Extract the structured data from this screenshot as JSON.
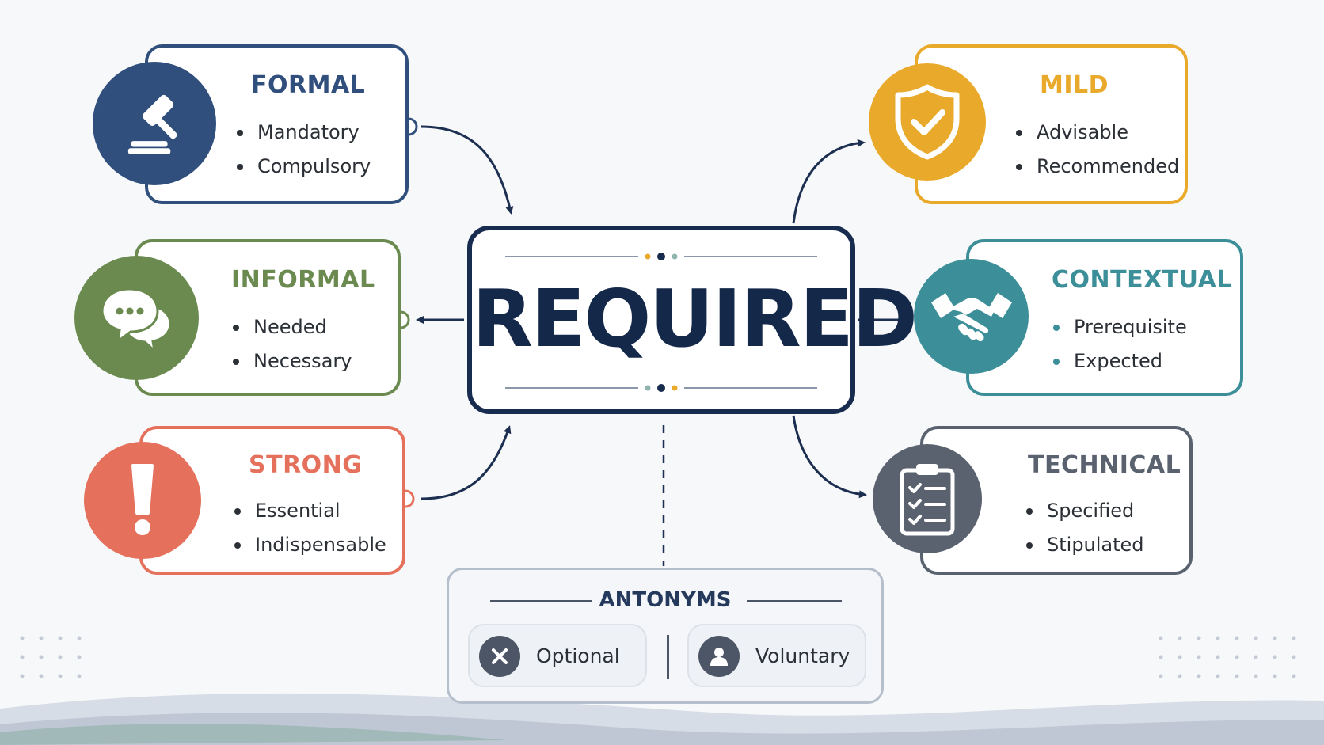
{
  "center": {
    "title": "REQUIRED"
  },
  "categories": [
    {
      "key": "formal",
      "title": "FORMAL",
      "color": "#304f7d",
      "icon": "gavel-icon",
      "items": [
        "Mandatory",
        "Compulsory"
      ]
    },
    {
      "key": "informal",
      "title": "INFORMAL",
      "color": "#6b8a4f",
      "icon": "chat-bubbles-icon",
      "items": [
        "Needed",
        "Necessary"
      ]
    },
    {
      "key": "strong",
      "title": "STRONG",
      "color": "#e5715c",
      "icon": "exclamation-icon",
      "items": [
        "Essential",
        "Indispensable"
      ]
    },
    {
      "key": "mild",
      "title": "MILD",
      "color": "#e9aa2c",
      "icon": "shield-check-icon",
      "items": [
        "Advisable",
        "Recommended"
      ]
    },
    {
      "key": "contextual",
      "title": "CONTEXTUAL",
      "color": "#3c8f99",
      "icon": "handshake-icon",
      "items": [
        "Prerequisite",
        "Expected"
      ]
    },
    {
      "key": "technical",
      "title": "TECHNICAL",
      "color": "#5a6270",
      "icon": "clipboard-checklist-icon",
      "items": [
        "Specified",
        "Stipulated"
      ]
    }
  ],
  "antonyms": {
    "title": "ANTONYMS",
    "items": [
      {
        "label": "Optional",
        "icon": "x-circle-icon"
      },
      {
        "label": "Voluntary",
        "icon": "user-icon"
      }
    ]
  }
}
